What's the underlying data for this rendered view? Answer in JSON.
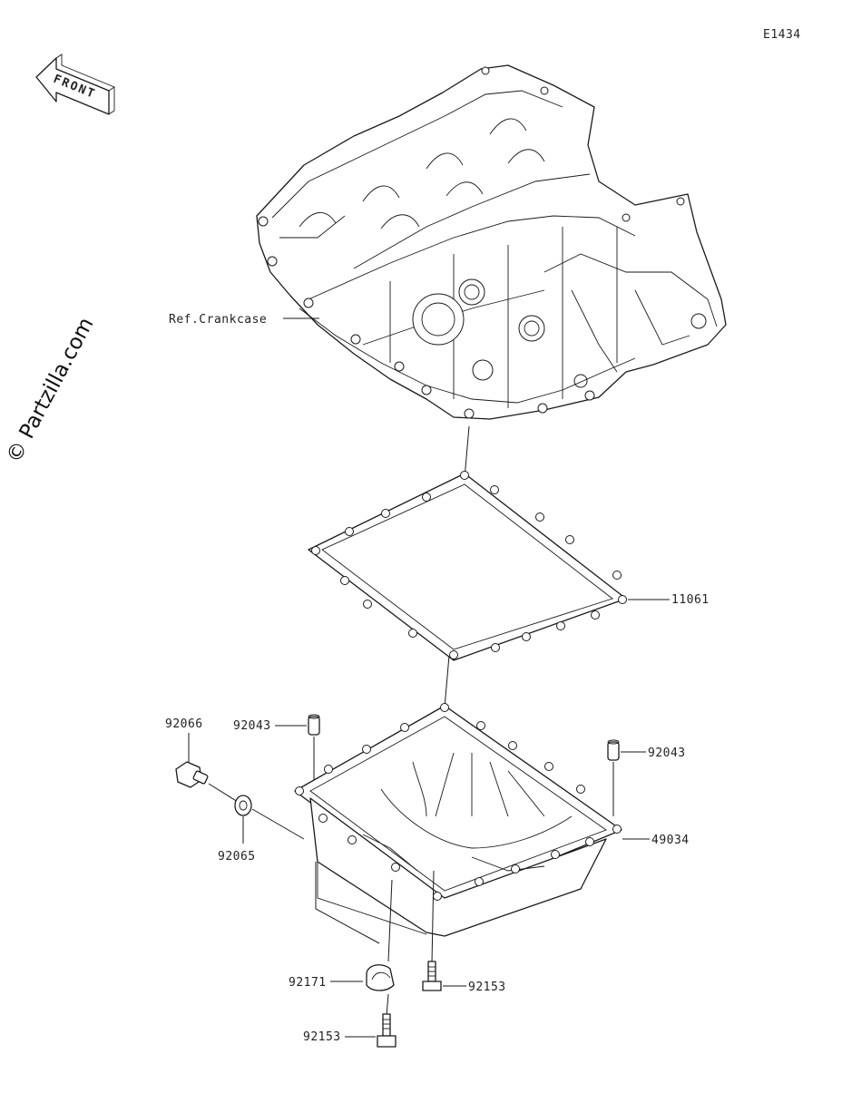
{
  "diagram": {
    "code": "E1434",
    "front_arrow_label": "FRONT",
    "watermark": "© Partzilla.com",
    "labels": {
      "ref_crankcase": "Ref.Crankcase",
      "gasket": "11061",
      "plug": "92066",
      "washer": "92065",
      "dowel_left": "92043",
      "dowel_right": "92043",
      "oil_pan": "49034",
      "clamp": "92171",
      "bolt_upper": "92153",
      "bolt_lower": "92153"
    }
  }
}
